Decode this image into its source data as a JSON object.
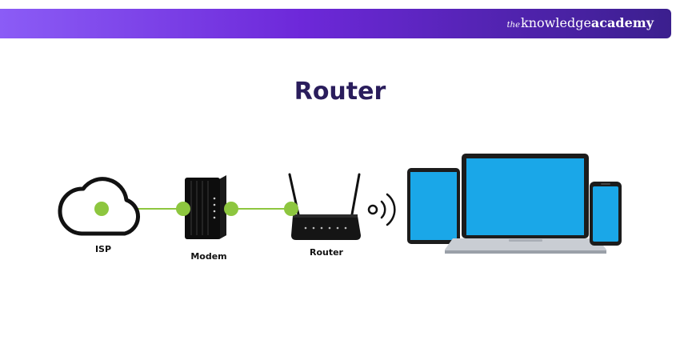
{
  "brand": {
    "prefix": "the",
    "name": "knowledge",
    "suffix": "academy"
  },
  "title": "Router",
  "diagram": {
    "nodes": [
      {
        "id": "isp",
        "label": "ISP",
        "icon": "cloud-icon"
      },
      {
        "id": "modem",
        "label": "Modem",
        "icon": "modem-icon"
      },
      {
        "id": "router",
        "label": "Router",
        "icon": "router-icon"
      },
      {
        "id": "devices",
        "label": "",
        "icon": "devices-icon"
      }
    ],
    "edges": [
      {
        "from": "isp",
        "to": "modem"
      },
      {
        "from": "modem",
        "to": "router"
      },
      {
        "from": "router",
        "to": "devices",
        "style": "wireless"
      }
    ],
    "colors": {
      "connector": "#8dc63f",
      "screen": "#1aa7e8",
      "title": "#2a1d5c",
      "banner_start": "#8b5cf6",
      "banner_end": "#3b1f8e"
    }
  }
}
